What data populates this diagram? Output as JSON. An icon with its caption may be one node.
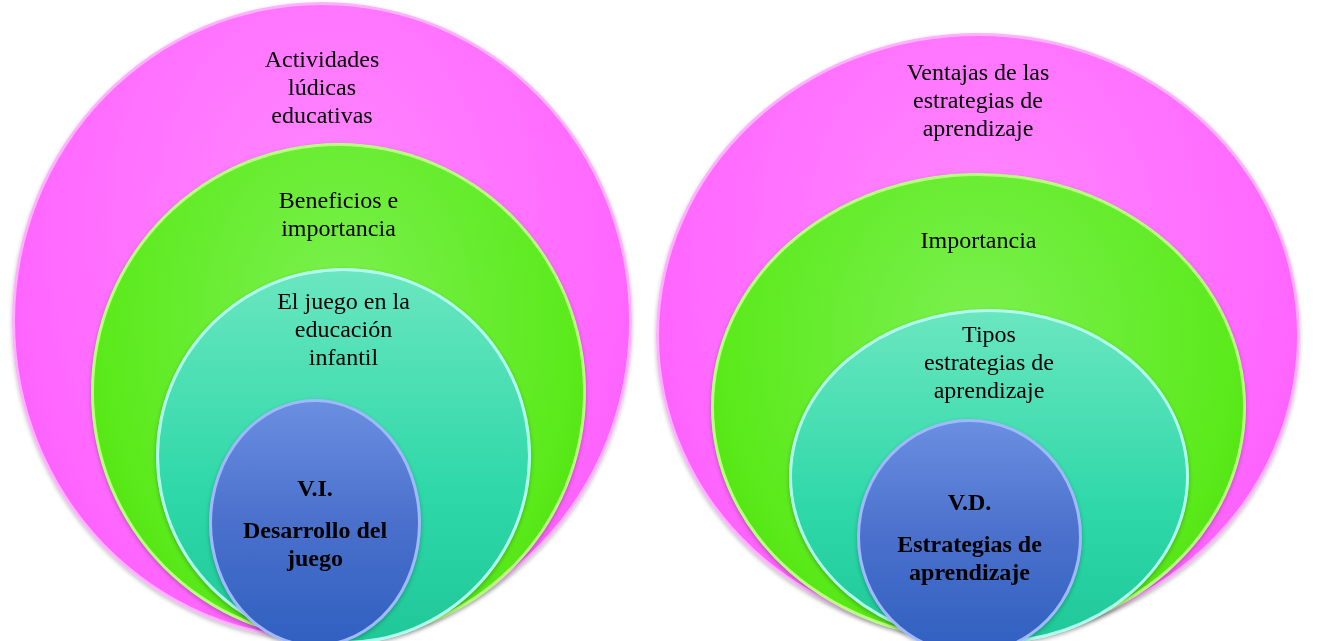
{
  "diagram": {
    "nodes": [
      {
        "text": [
          "Actividades lúdicas educativas"
        ]
      },
      {
        "text": [
          "Beneficios e importancia"
        ],
        "in": 0
      },
      {
        "text": [
          "El juego en la educación infantil"
        ],
        "in": 1
      },
      {
        "text": [
          "V.I.",
          "Desarrollo del juego"
        ],
        "in": 2
      },
      {
        "text": [
          "Ventajas de las estrategias de aprendizaje"
        ]
      },
      {
        "text": [
          "Importancia"
        ],
        "in": 4
      },
      {
        "text": [
          "Tipos estrategias de aprendizaje"
        ],
        "in": 5
      },
      {
        "text": [
          "V.D.",
          "Estrategias de aprendizaje"
        ],
        "in": 6
      }
    ]
  }
}
